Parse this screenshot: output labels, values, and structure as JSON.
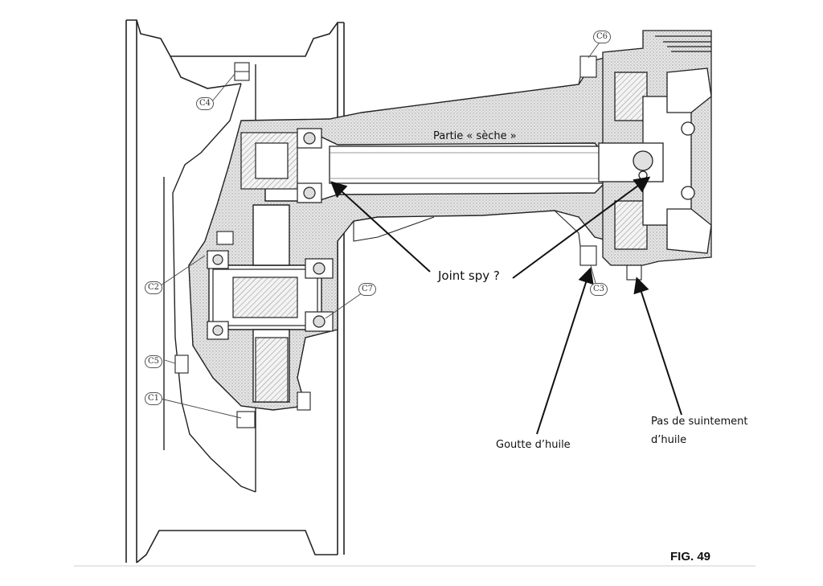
{
  "annotations": {
    "dry_part": "Partie « sèche »",
    "seal": "Joint spy ?",
    "oil_drop": "Goutte d’huile",
    "no_seep_line1": "Pas de suintement",
    "no_seep_line2": "d’huile"
  },
  "refs": {
    "c1": "C1",
    "c2": "C2",
    "c3": "C3",
    "c4": "C4",
    "c5": "C5",
    "c6": "C6",
    "c7": "C7"
  },
  "figure_label": "FIG.  49",
  "colors": {
    "line": "#1a1a1a",
    "hatch": "#bdbdbd",
    "background": "#ffffff"
  }
}
